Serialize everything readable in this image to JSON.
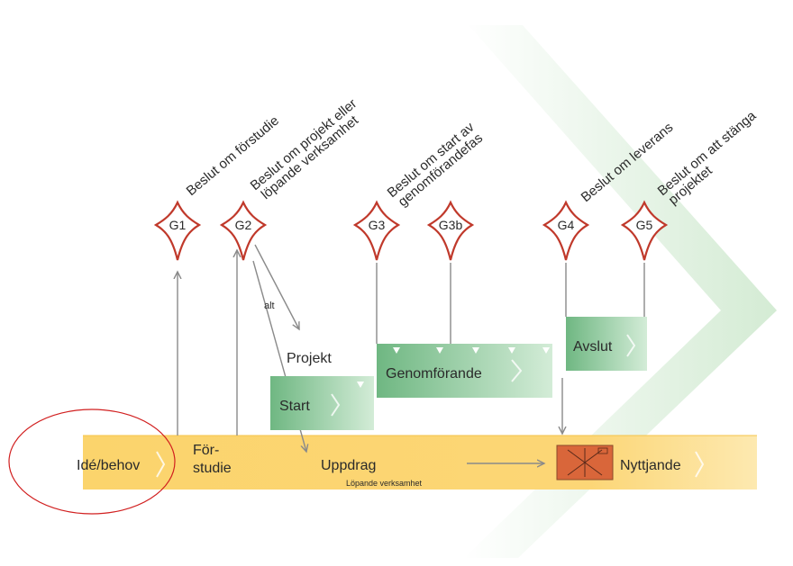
{
  "diagram": {
    "gates": [
      {
        "id": "G1",
        "caption": [
          "Beslut om förstudie"
        ]
      },
      {
        "id": "G2",
        "caption": [
          "Beslut om projekt eller",
          "löpande verksamhet"
        ]
      },
      {
        "id": "G3",
        "caption": [
          "Beslut om start av",
          "genomförandefas"
        ]
      },
      {
        "id": "G3b",
        "caption": []
      },
      {
        "id": "G4",
        "caption": [
          "Beslut om leverans"
        ]
      },
      {
        "id": "G5",
        "caption": [
          "Beslut om att stänga",
          "projektet"
        ]
      }
    ],
    "alt_label": "alt",
    "project_label": "Projekt",
    "boxes": {
      "start": "Start",
      "genomforande": "Genomförande",
      "avslut": "Avslut"
    },
    "bar": {
      "ide": "Idé/behov",
      "forstudie_1": "För-",
      "forstudie_2": "studie",
      "uppdrag": "Uppdrag",
      "lopande": "Löpande verksamhet",
      "nyttjande": "Nyttjande"
    },
    "colors": {
      "gate_red": "#c0392b",
      "bar_yellow": "#fbd36a",
      "box_green": "#7fc08f",
      "chevron_green": "#d9efd9",
      "highlight_circle": "#d11f1f",
      "benefit_box": "#d9663a"
    }
  }
}
